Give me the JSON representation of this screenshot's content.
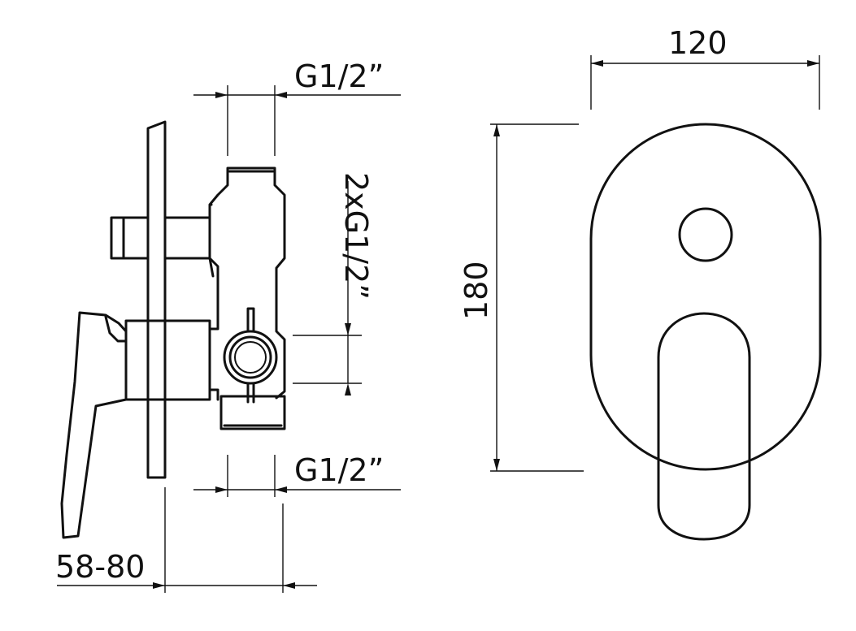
{
  "dimensions": {
    "inlet_thread": "G1/2”",
    "outlet_threads": "2xG1/2”",
    "lower_thread": "G1/2”",
    "wall_depth": "58-80",
    "plate_width": "120",
    "plate_height": "180"
  },
  "colors": {
    "line": "#111111",
    "background": "#ffffff"
  }
}
